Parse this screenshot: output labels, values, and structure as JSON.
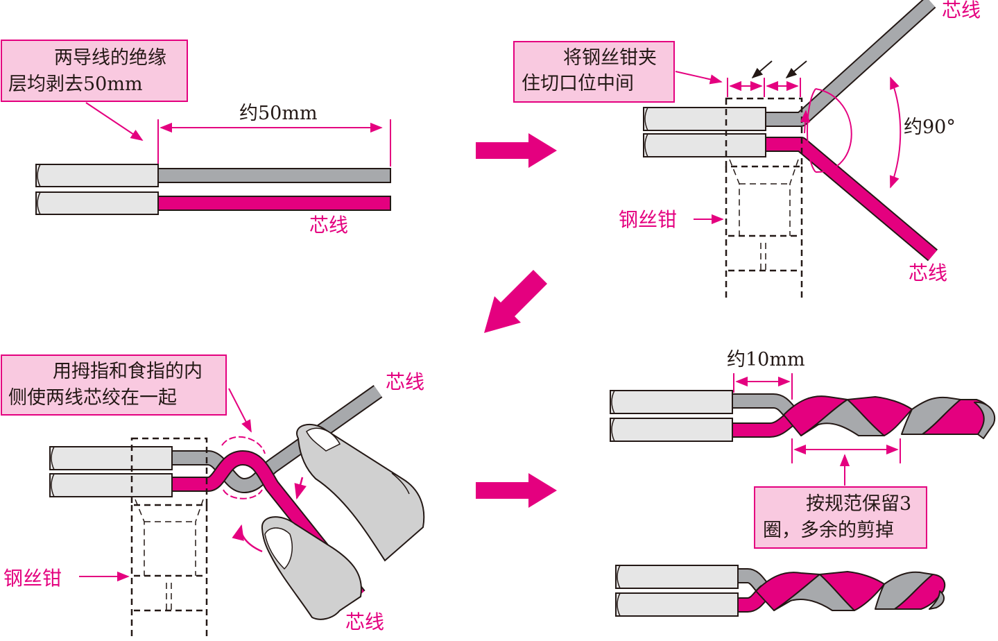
{
  "colors": {
    "magenta": "#e4007f",
    "gray": "#a7a9ac",
    "insulation": "#e6e6e6",
    "box_fill": "#f9c9e0",
    "box_border": "#e4007f",
    "outline": "#231815"
  },
  "step1": {
    "note_line1": "两导线的绝缘",
    "note_line2": "层均剥去50mm",
    "length_label": "约50mm",
    "core_label": "芯线"
  },
  "step2": {
    "note_line1": "将钢丝钳夹",
    "note_line2": "住切口位中间",
    "angle_label": "约90°",
    "plier_label": "钢丝钳",
    "core_label_top": "芯线",
    "core_label_bottom": "芯线"
  },
  "step3": {
    "note_line1": "用拇指和食指的内",
    "note_line2": "侧使两线芯绞在一起",
    "plier_label": "钢丝钳",
    "core_label_top": "芯线",
    "core_label_bottom": "芯线"
  },
  "step4": {
    "length_label": "约10mm",
    "note_line1": "按规范保留3",
    "note_line2": "圈，多余的剪掉"
  },
  "icons": [
    "right-arrow-icon",
    "down-left-arrow-icon",
    "right-arrow-icon"
  ]
}
